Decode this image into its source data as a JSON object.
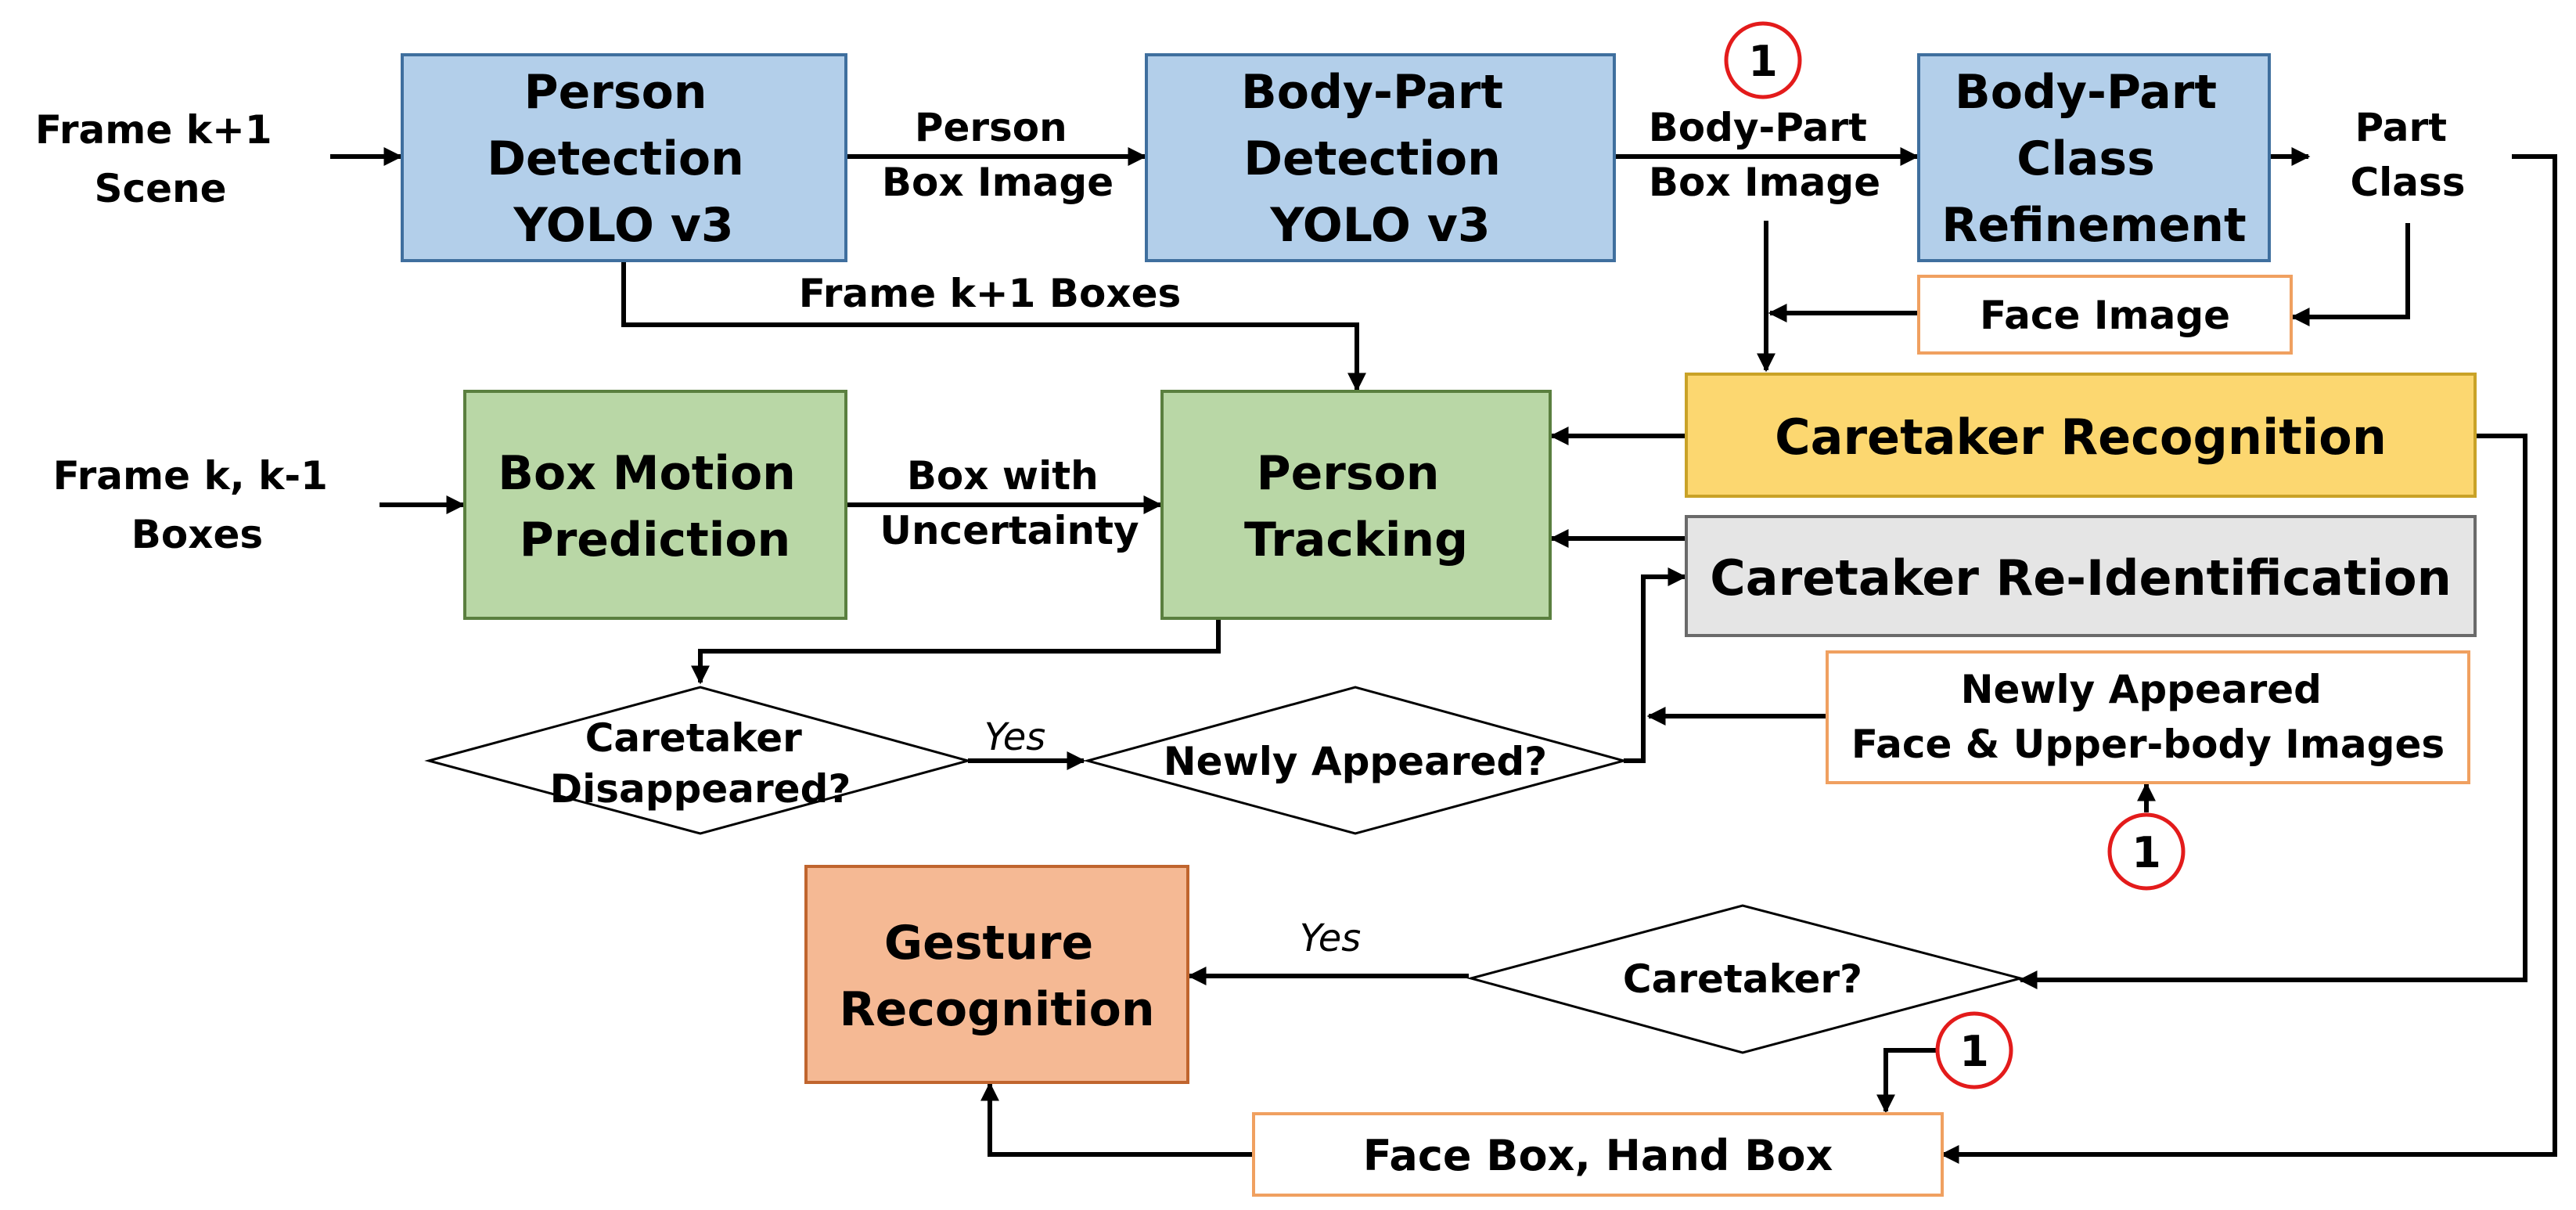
{
  "colors": {
    "blue_fill": "#b3cfea",
    "blue_stroke": "#3f6f9e",
    "green_fill": "#b9d7a6",
    "green_stroke": "#5a7f3f",
    "yellow_fill": "#fcd770",
    "yellow_stroke": "#c9a227",
    "gray_fill": "#e5e5e5",
    "gray_stroke": "#6a6a6a",
    "orange_fill": "#f5b994",
    "orange_stroke": "#c0652e",
    "note_stroke": "#f0a060",
    "marker": "#e31b1b"
  },
  "inputs": {
    "frame_k1": [
      "Frame k+1",
      "Scene"
    ],
    "frame_k": [
      "Frame k, k-1",
      "Boxes"
    ]
  },
  "boxes": {
    "person_detection": [
      "Person",
      "Detection",
      "YOLO v3"
    ],
    "bodypart_detection": [
      "Body-Part",
      "Detection",
      "YOLO v3"
    ],
    "bodypart_refine": [
      "Body-Part",
      "Class",
      "Refinement"
    ],
    "box_motion": [
      "Box Motion",
      "Prediction"
    ],
    "person_tracking": [
      "Person",
      "Tracking"
    ],
    "caretaker_recognition": "Caretaker Recognition",
    "caretaker_reid": "Caretaker Re-Identification",
    "gesture": [
      "Gesture",
      "Recognition"
    ]
  },
  "notes": {
    "face_image": "Face Image",
    "newly_images": [
      "Newly Appeared",
      "Face & Upper-body Images"
    ],
    "face_hand": "Face Box, Hand Box"
  },
  "edges": {
    "person_box": [
      "Person",
      "Box Image"
    ],
    "bodypart_box": [
      "Body-Part",
      "Box Image"
    ],
    "part_class": [
      "Part",
      "Class"
    ],
    "frame_boxes": "Frame k+1 Boxes",
    "box_uncertainty": [
      "Box with",
      "Uncertainty"
    ],
    "yes_1": "Yes",
    "yes_2": "Yes"
  },
  "decisions": {
    "disappeared": [
      "Caretaker",
      "Disappeared?"
    ],
    "newly": "Newly Appeared?",
    "caretaker": "Caretaker?"
  },
  "markers": {
    "m1": "1",
    "m2": "1",
    "m3": "1"
  }
}
